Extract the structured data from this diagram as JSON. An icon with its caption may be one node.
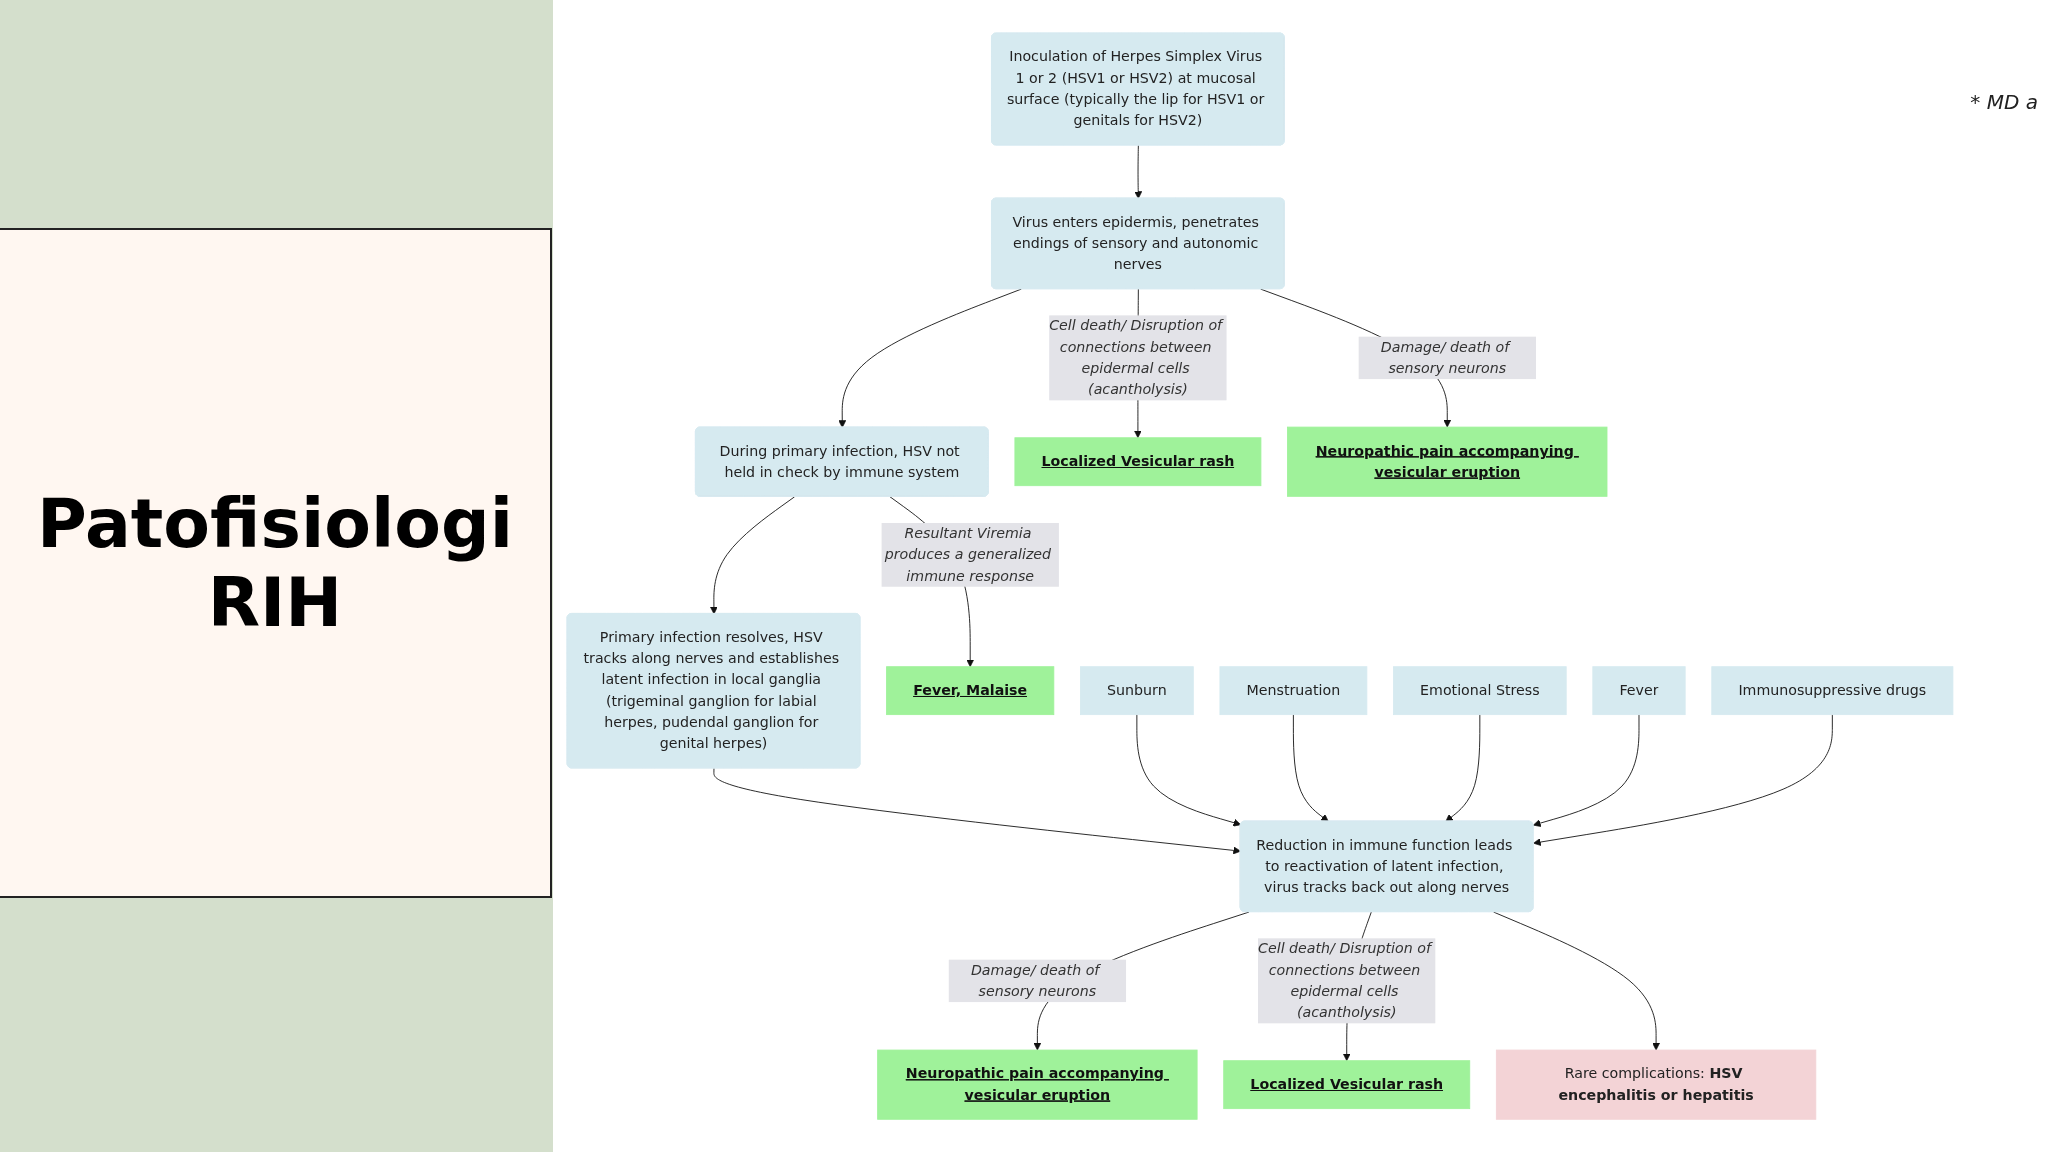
{
  "diagram": {
    "title": "Patofisiologi RIH",
    "nodes": [
      {
        "text": [
          "Inoculation of Herpes Simplex Virus 1 or 2 (HSV1 or HSV2) at mucosal surface (typically the lip for HSV1 or genitals for HSV2)"
        ]
      },
      {
        "text": [
          "Virus enters epidermis, penetrates endings of sensory and autonomic nerves"
        ]
      },
      {
        "text": [
          "During primary infection, HSV not held in check by immune system"
        ]
      },
      {
        "text": [
          "Primary infection resolves, HSV tracks along nerves and establishes latent infection in local ganglia (trigeminal ganglion for labial herpes, pudendal ganglion for genital herpes)"
        ]
      },
      {
        "text": [
          "Reduction in immune function leads to reactivation of latent infection, virus tracks back out along nerves"
        ]
      },
      {
        "text": [
          "Rare complications: **HSV encephalitis or hepatitis**"
        ]
      },
      {
        "text": [
          "Localized Vesicular rash"
        ]
      },
      {
        "text": [
          "Neuropathic pain accompanying vesicular eruption"
        ]
      },
      {
        "text": [
          "Fever, Malaise"
        ]
      },
      {
        "text": [
          "Neuropathic pain accompanying vesicular eruption"
        ]
      },
      {
        "text": [
          "Localized Vesicular rash"
        ]
      },
      {
        "text": [
          "Sunburn"
        ]
      },
      {
        "text": [
          "Menstruation"
        ]
      },
      {
        "text": [
          "Emotional Stress"
        ]
      },
      {
        "text": [
          "Fever"
        ]
      },
      {
        "text": [
          "Immunosuppressive drugs"
        ]
      }
    ],
    "edges": [
      {
        "from": 0,
        "to": 1,
        "arrow": "to"
      },
      {
        "from": 1,
        "to": 6,
        "arrow": "to",
        "label": "Cell death/ Disruption of connections between epidermal cells (acantholysis)"
      },
      {
        "from": 1,
        "to": 7,
        "arrow": "to",
        "label": "Damage/ death of sensory neurons"
      },
      {
        "from": 1,
        "to": 2,
        "arrow": "to"
      },
      {
        "from": 2,
        "to": 8,
        "arrow": "to",
        "label": "Resultant Viremia produces a generalized immune response"
      },
      {
        "from": 2,
        "to": 3,
        "arrow": "to"
      },
      {
        "from": 3,
        "to": 4,
        "arrow": "to"
      },
      {
        "from": 11,
        "to": 4,
        "arrow": "to"
      },
      {
        "from": 12,
        "to": 4,
        "arrow": "to"
      },
      {
        "from": 13,
        "to": 4,
        "arrow": "to"
      },
      {
        "from": 14,
        "to": 4,
        "arrow": "to"
      },
      {
        "from": 15,
        "to": 4,
        "arrow": "to"
      },
      {
        "from": 4,
        "to": 9,
        "arrow": "to",
        "label": "Damage/ death of sensory neurons"
      },
      {
        "from": 4,
        "to": 10,
        "arrow": "to",
        "label": "Cell death/ Disruption of connections between epidermal cells (acantholysis)"
      },
      {
        "from": 4,
        "to": 5,
        "arrow": "to"
      }
    ],
    "labels": [
      "* MD a"
    ]
  }
}
